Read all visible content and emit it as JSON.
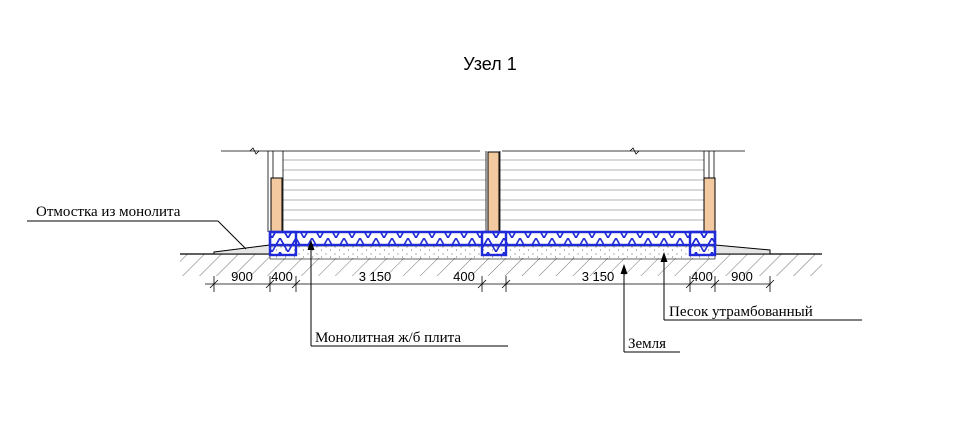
{
  "title": "Узел 1",
  "labels": {
    "otmostka": "Отмостка из монолита",
    "plita": "Монолитная ж/б плита",
    "zemlya": "Земля",
    "pesok": "Песок утрамбованный"
  },
  "dimensions": [
    "900",
    "400",
    "3 150",
    "400",
    "3 150",
    "400",
    "900"
  ],
  "colors": {
    "slab": "#1f2bd8",
    "post": "#f3c9a0",
    "line": "#000000",
    "wall_line": "#9a9a9a"
  }
}
